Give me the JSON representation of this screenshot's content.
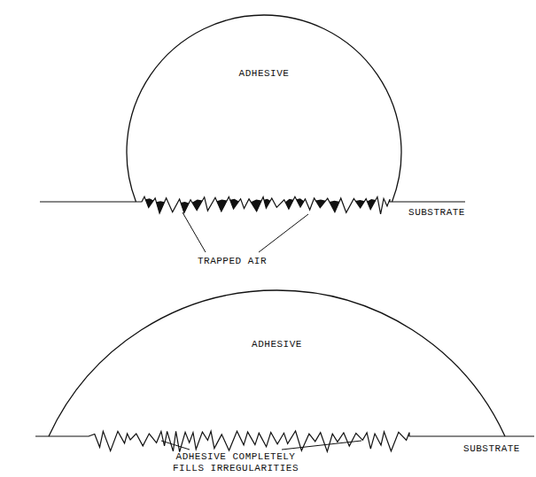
{
  "diagram": {
    "nodes": [
      {
        "text": [
          "ADHESIVE"
        ]
      },
      {
        "text": [
          "ADHESIVE"
        ]
      }
    ],
    "labels": [
      "SUBSTRATE",
      "TRAPPED AIR",
      "SUBSTRATE",
      "ADHESIVE COMPLETELY FILLS IRREGULARITIES"
    ]
  }
}
